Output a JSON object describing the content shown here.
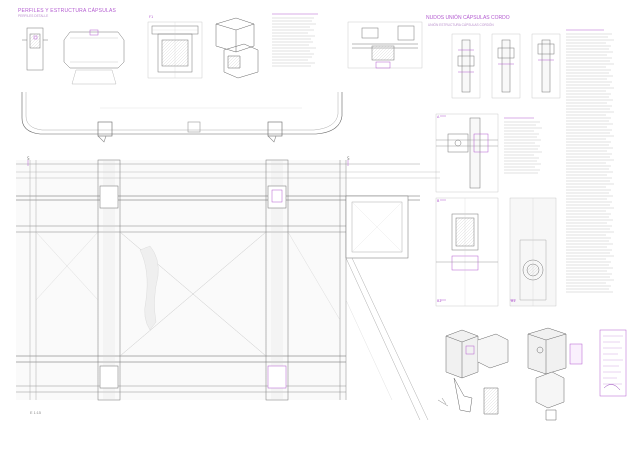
{
  "sheet": {
    "title_main": "PERFILES Y ESTRUCTURA CÁPSULAS",
    "title_sub": "PERFILES DETALLE",
    "title_right": "NUDOS UNIÓN CÁPSULAS CORDO",
    "title_right_sub": "UNIÓN ESTRUCTURA CÁPSULAS CORDÓN",
    "scale_label": "E 1:15"
  },
  "labels": {
    "section_s_left": "S",
    "section_s_right": "S",
    "detail_a": "A",
    "detail_b": "B",
    "detail_b1": "B1",
    "detail_b2": "B2",
    "detail_f1": "F1"
  },
  "colors": {
    "line": "#6f6f6f",
    "fine_line": "#b9b9b9",
    "accent": "#b35bd0",
    "paper": "#ffffff"
  }
}
